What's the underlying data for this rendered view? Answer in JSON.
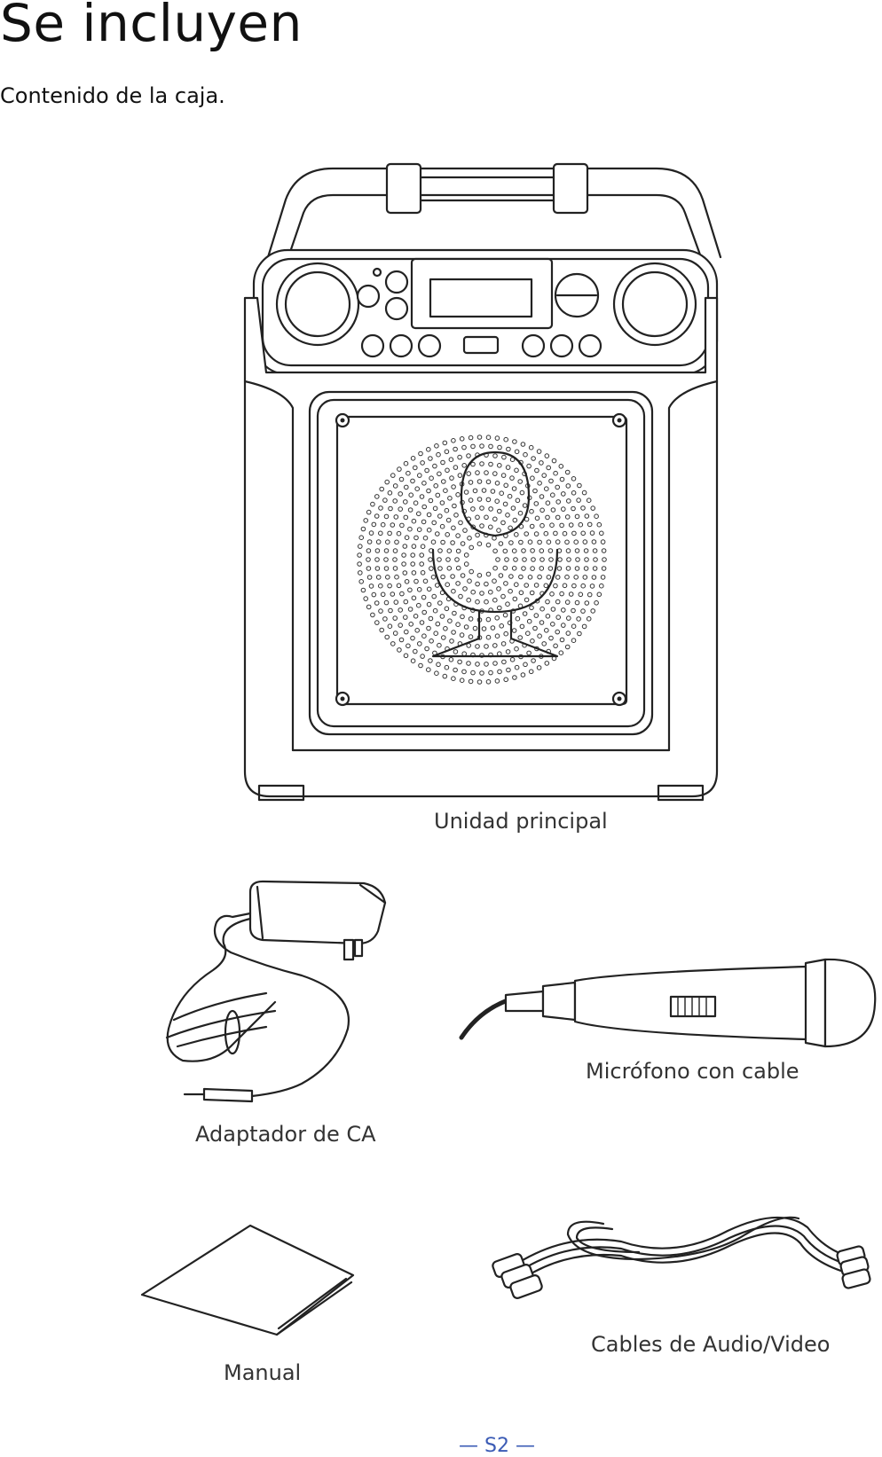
{
  "page": {
    "title": "Se incluyen",
    "subtitle": "Contenido de la caja.",
    "page_number": "— S2 —"
  },
  "items": {
    "main_unit": {
      "label": "Unidad principal",
      "icon": "karaoke-speaker-illustration"
    },
    "ac_adapter": {
      "label": "Adaptador de CA",
      "icon": "ac-adapter-illustration"
    },
    "microphone": {
      "label": "Micrófono con cable",
      "icon": "wired-microphone-illustration"
    },
    "manual": {
      "label": "Manual",
      "icon": "manual-booklet-illustration"
    },
    "av_cables": {
      "label": "Cables de Audio/Video",
      "icon": "av-cables-illustration"
    }
  },
  "colors": {
    "text": "#222222",
    "page_number": "#3b5bb5",
    "line_art": "#222222"
  }
}
